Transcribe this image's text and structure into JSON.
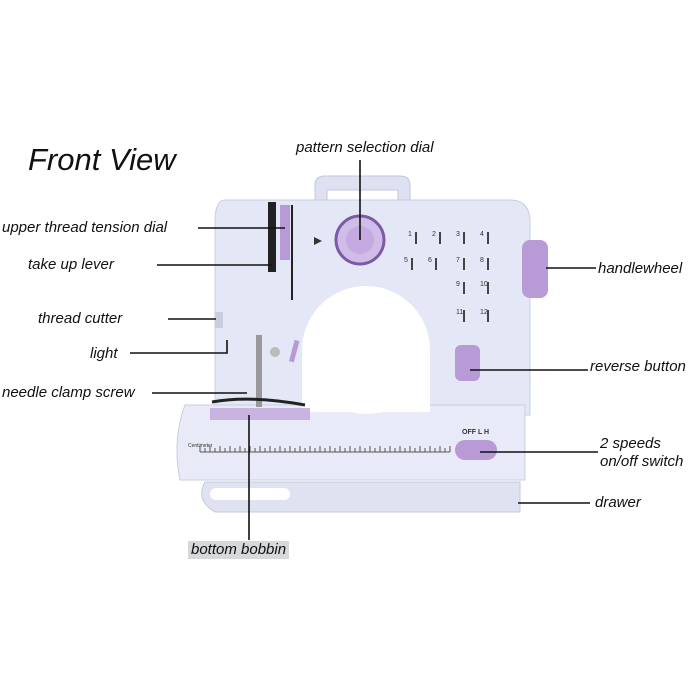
{
  "title": "Front View",
  "labels": {
    "pattern_selection_dial": "pattern selection dial",
    "upper_thread_tension_dial": "upper thread tension dial",
    "take_up_lever": "take up lever",
    "thread_cutter": "thread cutter",
    "light": "light",
    "needle_clamp_screw": "needle clamp screw",
    "bottom_bobbin": "bottom bobbin",
    "handlewheel": "handlewheel",
    "reverse_button": "reverse button",
    "speed_switch_line1": "2 speeds",
    "speed_switch_line2": "on/off switch",
    "drawer": "drawer"
  },
  "machine": {
    "switch_label": "OFF  L  H",
    "ruler_label": "Centimeter",
    "stitch_numbers": [
      "1",
      "2",
      "3",
      "4",
      "5",
      "6",
      "7",
      "8",
      "9",
      "10",
      "11",
      "12"
    ],
    "colors": {
      "body": "#e4e8f6",
      "accent": "#b79ad6",
      "line": "#111111"
    }
  }
}
